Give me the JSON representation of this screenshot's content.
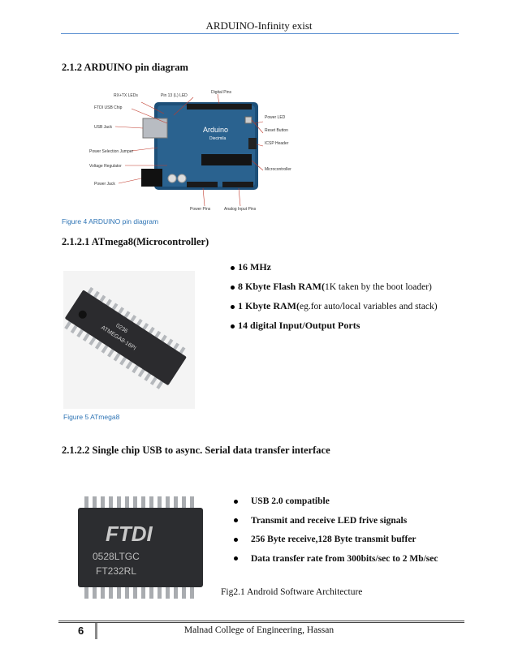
{
  "header": {
    "title": "ARDUINO-Infinity exist"
  },
  "section_1": {
    "heading": "2.1.2 ARDUINO pin diagram"
  },
  "arduino_figure": {
    "labels": {
      "rx_tx": "RX+TX LEDs",
      "pin13": "Pin 13 (L) LED",
      "digital_pins": "Digital Pins",
      "ftdi": "FTDI USB Chip",
      "usb_jack": "USB Jack",
      "power_led": "Power LED",
      "reset": "Reset Button",
      "icsp": "ICSP Header",
      "power_jumper": "Power Selection Jumper",
      "voltage_reg": "Voltage Regulator",
      "power_jack": "Power Jack",
      "micro": "Microcontroller",
      "power_pins": "Power Pins",
      "analog_pins": "Analog Input Pins"
    },
    "caption": "Figure 4 ARDUINO pin diagram"
  },
  "section_2": {
    "heading": "2.1.2.1 ATmega8(Microcontroller)",
    "bullets": [
      {
        "bold": "16 MHz",
        "normal": ""
      },
      {
        "bold": "8 Kbyte Flash RAM(",
        "normal": "1K taken by the boot loader)"
      },
      {
        "bold": "1 Kbyte RAM(",
        "normal": "eg.for auto/local variables and stack)"
      },
      {
        "bold": "14 digital Input/Output Ports",
        "normal": ""
      }
    ],
    "chip_marking": "ATMEGA8-16PI",
    "chip_code": "0236",
    "caption": "Figure 5 ATmega8"
  },
  "section_3": {
    "heading": "2.1.2.2 Single chip USB to async. Serial data transfer interface",
    "bullets": [
      "USB 2.0 compatible",
      "Transmit and receive LED frive signals",
      "256 Byte receive,128 Byte transmit buffer",
      "Data transfer rate from 300bits/sec to 2 Mb/sec"
    ],
    "chip_brand": "FTDI",
    "chip_line1": "0528LTGC",
    "chip_line2": "FT232RL",
    "caption": "Fig2.1 Android Software Architecture"
  },
  "footer": {
    "page_number": "6",
    "text": "Malnad College of Engineering, Hassan"
  }
}
